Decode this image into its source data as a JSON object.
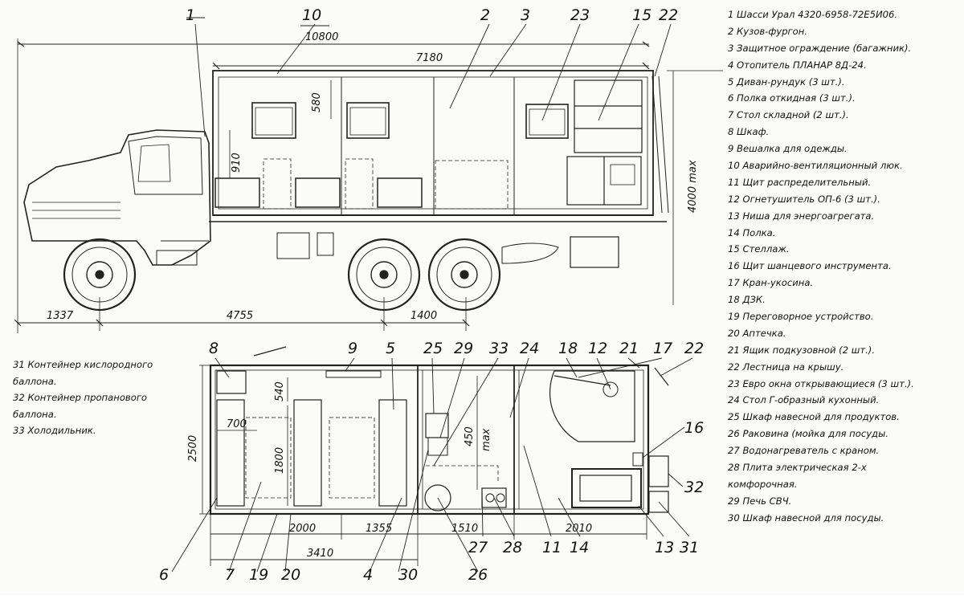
{
  "legend_main": [
    "1 Шасси Урал 4320-6958-72Е5И06.",
    "2 Кузов-фургон.",
    "3 Защитное ограждение (багажник).",
    "4 Отопитель ПЛАНАР 8Д-24.",
    "5 Диван-рундук (3 шт.).",
    "6 Полка откидная (3 шт.).",
    "7 Стол складной (2 шт.).",
    "8 Шкаф.",
    "9 Вешалка для одежды.",
    "10 Аварийно-вентиляционный люк.",
    "11 Щит распределительный.",
    "12 Огнетушитель ОП-6 (3 шт.).",
    "13 Ниша для энергоагрегата.",
    "14 Полка.",
    "15 Стеллаж.",
    "16 Щит шанцевого инструмента.",
    "17 Кран-укосина.",
    "18 ДЗК.",
    "19 Переговорное устройство.",
    "20 Аптечка.",
    "21 Ящик подкузовной (2 шт.).",
    "22 Лестница на крышу.",
    "23 Евро окна открывающиеся (3 шт.).",
    "24 Стол Г-образный кухонный.",
    "25 Шкаф навесной для продуктов.",
    "26 Раковина (мойка для посуды.",
    "27 Водонагреватель с краном.",
    "28 Плита электрическая 2-х",
    "комфорочная.",
    "29 Печь СВЧ.",
    "30 Шкаф навесной для посуды."
  ],
  "legend_extra": [
    "31 Контейнер кислородного баллона.",
    "32 Контейнер пропанового баллона.",
    "33 Холодильник."
  ],
  "side_view": {
    "callouts_top": [
      "1",
      "10",
      "2",
      "3",
      "23",
      "15",
      "22"
    ],
    "dims": {
      "overall_length": "10800",
      "body_length": "7180",
      "window_height": "580",
      "window_sill": "910",
      "height_max": "4000 max",
      "front_overhang": "1337",
      "wheelbase": "4755",
      "bogie": "1400"
    }
  },
  "plan_view": {
    "callouts_top": [
      "8",
      "9",
      "5",
      "25",
      "29",
      "33",
      "24",
      "18",
      "12",
      "21",
      "17",
      "22"
    ],
    "callouts_side": [
      "16",
      "32"
    ],
    "callouts_bottom": [
      "6",
      "7",
      "19",
      "20",
      "4",
      "30",
      "26",
      "27",
      "28",
      "11",
      "14",
      "13",
      "31"
    ],
    "dims": {
      "width": "2500",
      "sofa_width": "700",
      "cabinet_depth": "540",
      "sofa_length": "1800",
      "fridge_height": "450",
      "fridge_max": "max",
      "section_1": "2000",
      "section_2": "1355",
      "section_3": "1510",
      "section_4": "2010",
      "living_total": "3410"
    }
  }
}
